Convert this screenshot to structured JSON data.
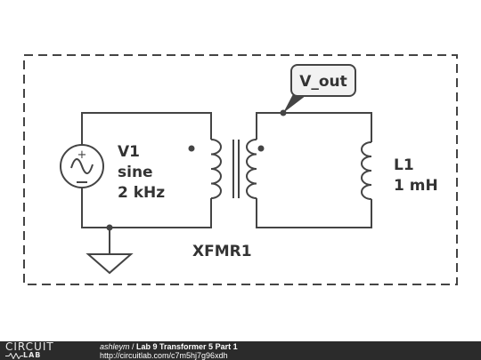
{
  "schematic": {
    "source": {
      "name": "V1",
      "type": "sine",
      "freq": "2 kHz"
    },
    "inductor": {
      "name": "L1",
      "value": "1 mH"
    },
    "transformer": {
      "name": "XFMR1"
    },
    "probe": {
      "label": "V_out"
    }
  },
  "footer": {
    "logo_top": "CIRCUIT",
    "logo_bottom": "LAB",
    "author": "ashleym",
    "separator": " / ",
    "title": "Lab 9 Transformer 5 Part 1",
    "url": "http://circuitlab.com/c7m5hj7g96xdh"
  },
  "colors": {
    "wire": "#444444",
    "footer_bg": "#2b2b2b",
    "probe_bg": "#f2f2f2"
  }
}
